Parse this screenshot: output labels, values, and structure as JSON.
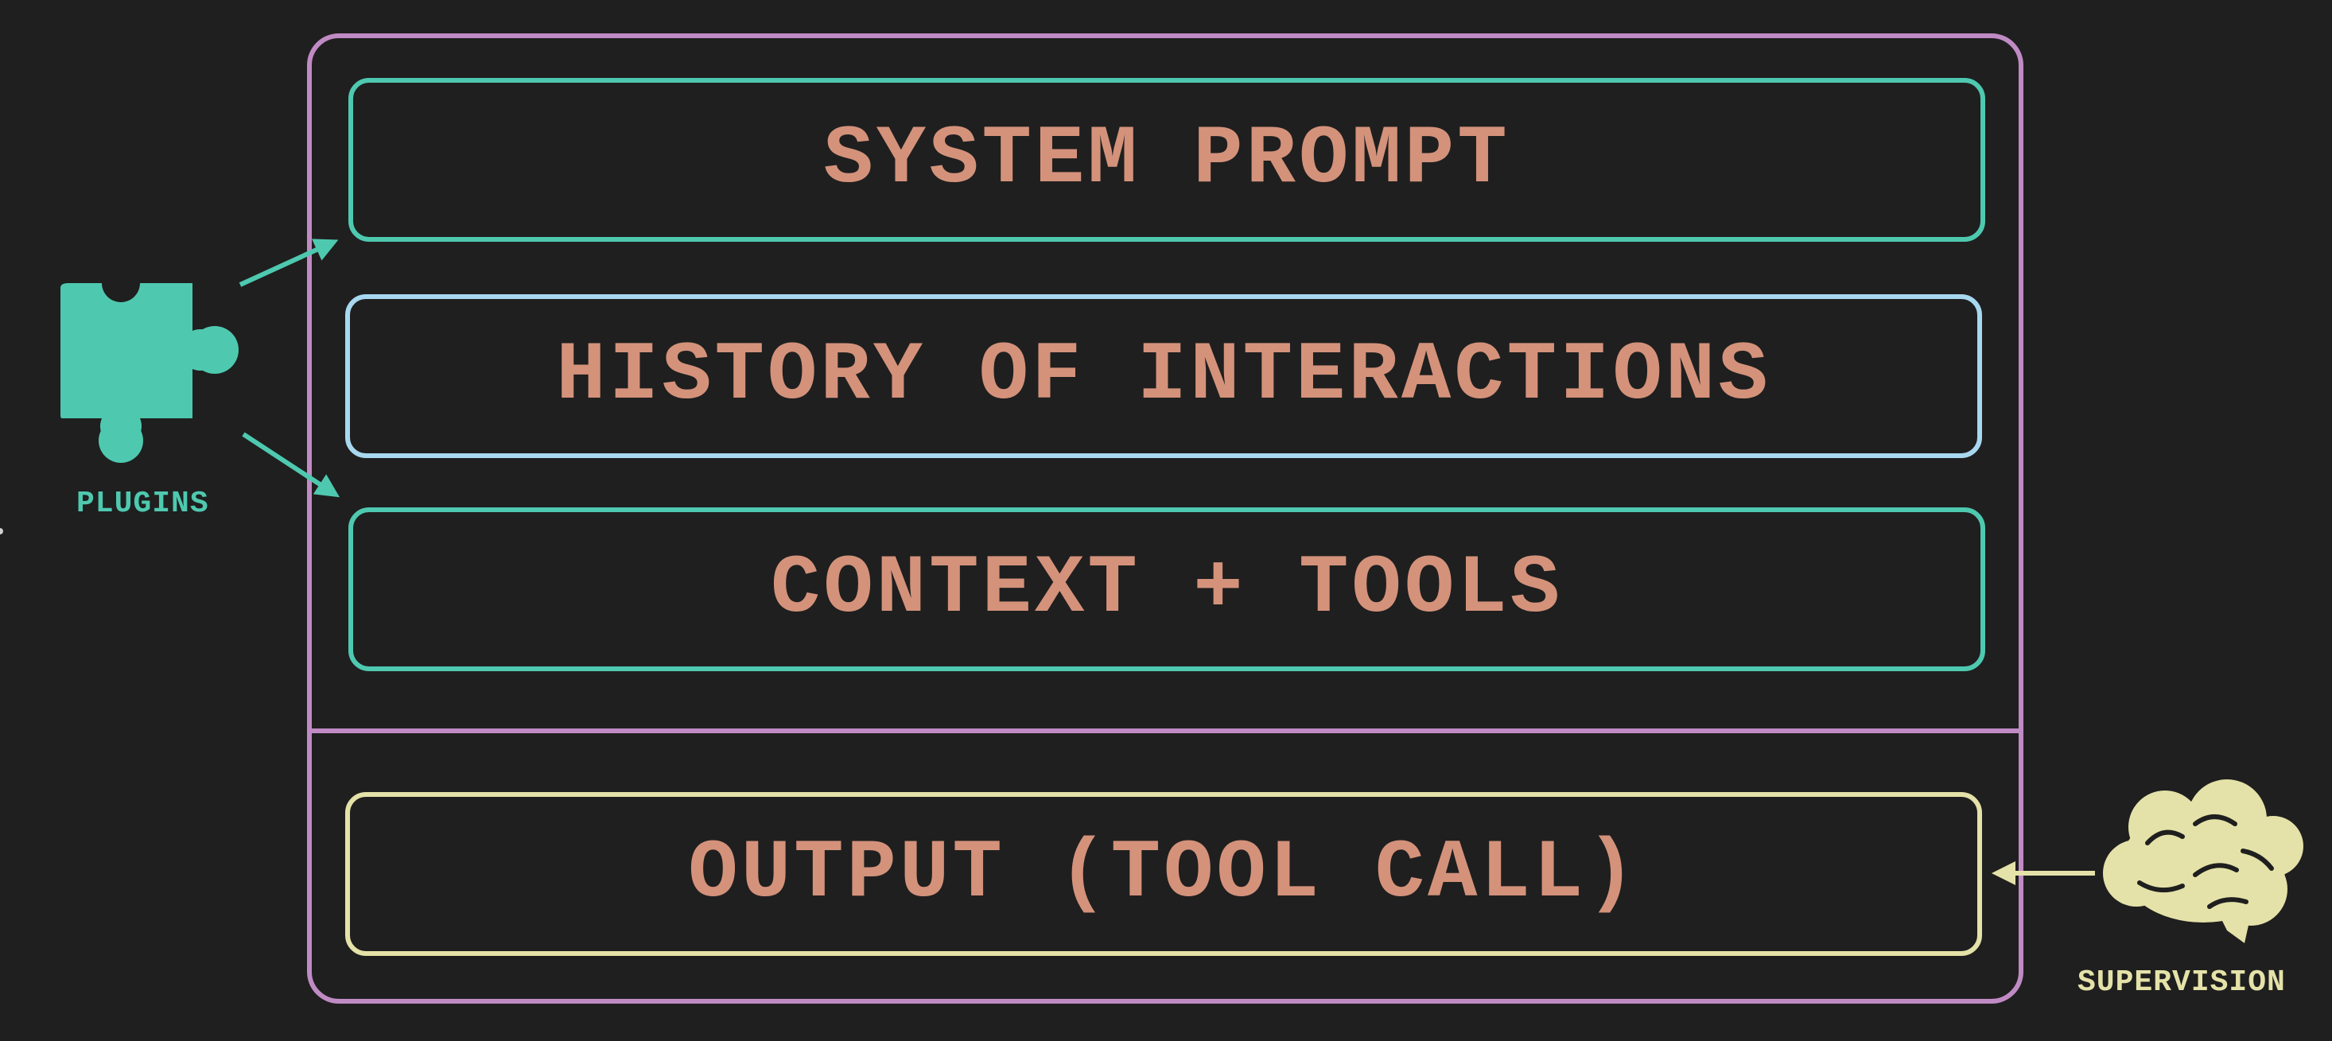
{
  "diagram": {
    "context_blocks": [
      {
        "id": "system",
        "label": "SYSTEM PROMPT"
      },
      {
        "id": "history",
        "label": "HISTORY OF INTERACTIONS"
      },
      {
        "id": "context",
        "label": "CONTEXT + TOOLS"
      }
    ],
    "output_block": {
      "label": "OUTPUT (TOOL CALL)"
    },
    "plugins": {
      "label": "PLUGINS",
      "icon": "puzzle-piece-icon"
    },
    "supervision": {
      "label": "SUPERVISION",
      "icon": "brain-icon"
    },
    "colors": {
      "background": "#1f1f1f",
      "frame": "#c08bc4",
      "text": "#d4927b",
      "teal": "#4ec9b0",
      "light_blue": "#a8d8f0",
      "cream": "#e4e2a8"
    }
  }
}
